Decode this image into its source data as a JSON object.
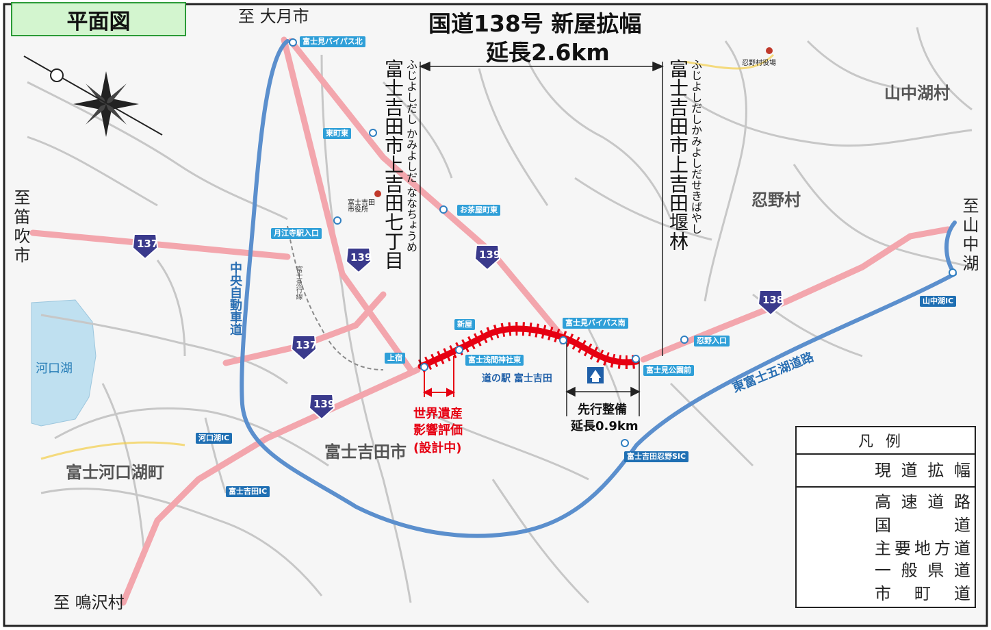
{
  "title_box": "平面図",
  "main_title": "国道138号 新屋拡幅",
  "length_label": "延長2.6km",
  "start_point": {
    "name": "富士吉田市上吉田七丁目",
    "reading": "ふじよしだし かみよしだ ななちょうめ"
  },
  "end_point": {
    "name": "富士吉田市上吉田堰林",
    "reading": "ふじよしだしかみよしだせきばやし"
  },
  "directions": {
    "otsuki": "至 大月市",
    "fuefuki": "至笛吹市",
    "yamanakako": "至山中湖",
    "narusawa": "至 鳴沢村"
  },
  "municipalities": [
    "山中湖村",
    "忍野村",
    "富士吉田市",
    "富士河口湖町"
  ],
  "lake": "河口湖",
  "facilities": {
    "oshino_office": "忍野村役場",
    "city_office": "富士吉田市役所",
    "michi_no_eki": "道の駅 富士吉田"
  },
  "expressway_labels": {
    "chuo": "中央自動車道",
    "higashi_fuji": "東富士五湖道路"
  },
  "railway_label": "富士急行線",
  "route_shields": [
    "137",
    "139",
    "139",
    "137",
    "139",
    "138"
  ],
  "intersections": [
    "富士見バイパス北",
    "東町東",
    "お茶屋町東",
    "月江寺駅入口",
    "新屋",
    "上宿",
    "富士浅間神社東",
    "富士見バイパス南",
    "忍野入口",
    "富士見公園前",
    "山中湖IC",
    "河口湖IC",
    "富士吉田IC",
    "富士吉田忍野SIC"
  ],
  "heritage_note": [
    "世界遺産",
    "影響評価",
    "(設計中)"
  ],
  "advance_section": [
    "先行整備",
    "延長0.9km"
  ],
  "legend": {
    "title": "凡例",
    "items": [
      {
        "label": "現道拡幅",
        "color": "#e60012"
      },
      {
        "label": "高速道路",
        "color": "#4f86c6"
      },
      {
        "label": "国道",
        "color": "#f3a6ad"
      },
      {
        "label": "主要地方道",
        "color": "#3fae49"
      },
      {
        "label": "一般県道",
        "color": "#f7c500"
      },
      {
        "label": "市町道",
        "color": "#bdbdbd"
      }
    ]
  }
}
